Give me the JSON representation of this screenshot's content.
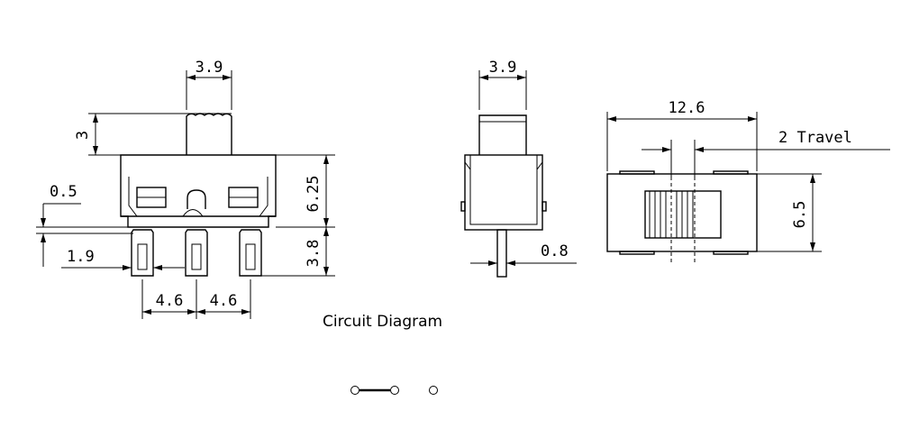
{
  "dimensions": {
    "front_actuator_width": "3.9",
    "front_actuator_height": "3",
    "front_offset": "0.5",
    "front_body_height": "6.25",
    "front_pin_length": "3.8",
    "front_pin_offset": "1.9",
    "front_pitch_left": "4.6",
    "front_pitch_right": "4.6",
    "side_actuator_width": "3.9",
    "side_pin_thickness": "0.8",
    "top_length": "12.6",
    "top_travel": "2 Travel",
    "top_width": "6.5"
  },
  "circuit": {
    "title": "Circuit Diagram"
  }
}
